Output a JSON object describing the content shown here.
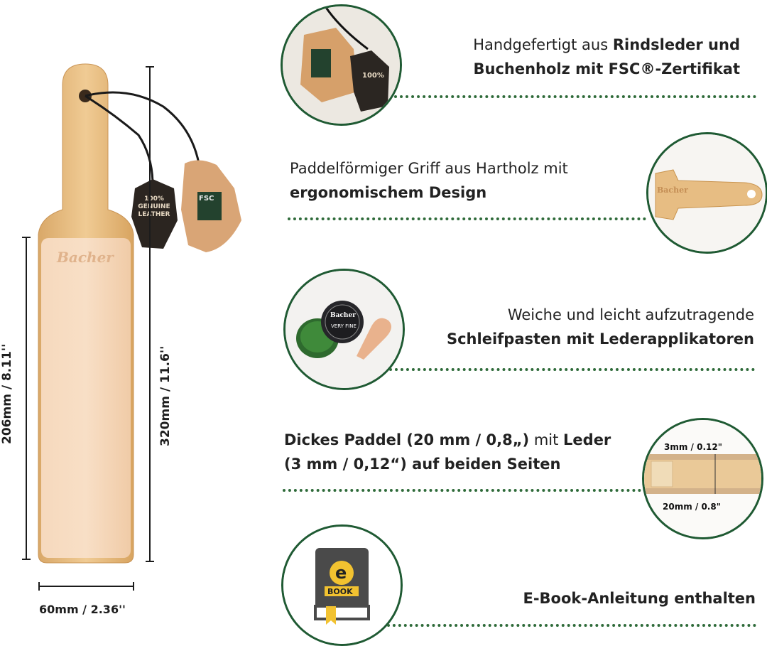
{
  "dimensions": {
    "leather_height": "206mm / 8.11''",
    "total_height": "320mm / 11.6''",
    "width": "60mm / 2.36''"
  },
  "paddle": {
    "brand": "Bacher",
    "tag_leather": "100% GENUINE LEATHER",
    "tag_fsc": "FSC"
  },
  "features": [
    {
      "normal_1": "Handgefertigt aus ",
      "bold_1": "Rindsleder und",
      "bold_2": "Buchenholz mit FSC®-Zertifikat"
    },
    {
      "normal_1": "Paddelförmiger Griff aus Hartholz mit",
      "bold_1": "ergonomischem Design"
    },
    {
      "normal_1": "Weiche und leicht aufzutragende",
      "bold_1": "Schleifpasten mit Lederapplikatoren"
    },
    {
      "bold_1": "Dickes Paddel (20 mm / 0,8„)",
      "normal_1": " mit ",
      "bold_2": "Leder",
      "bold_3": "(3 mm / 0,12“) auf beiden Seiten"
    },
    {
      "bold_1": "E-Book-Anleitung enthalten"
    }
  ],
  "icons": {
    "tags": "leather-tags-icon",
    "handle": "paddle-handle-icon",
    "paste": "polishing-paste-icon",
    "section": "paddle-cross-section-icon",
    "ebook": "ebook-icon"
  },
  "thumb_texts": {
    "handle_brand": "Bacher",
    "paste_brand": "Bacher",
    "paste_grade": "VERY FINE",
    "section_top": "3mm / 0.12\"",
    "section_bottom": "20mm / 0.8\"",
    "ebook_letter": "e",
    "ebook_word": "BOOK"
  },
  "colors": {
    "accent_green": "#1f5a33",
    "dots_green": "#2f6b3a",
    "wood": "#e8c08a",
    "leather": "#f2cfae"
  }
}
